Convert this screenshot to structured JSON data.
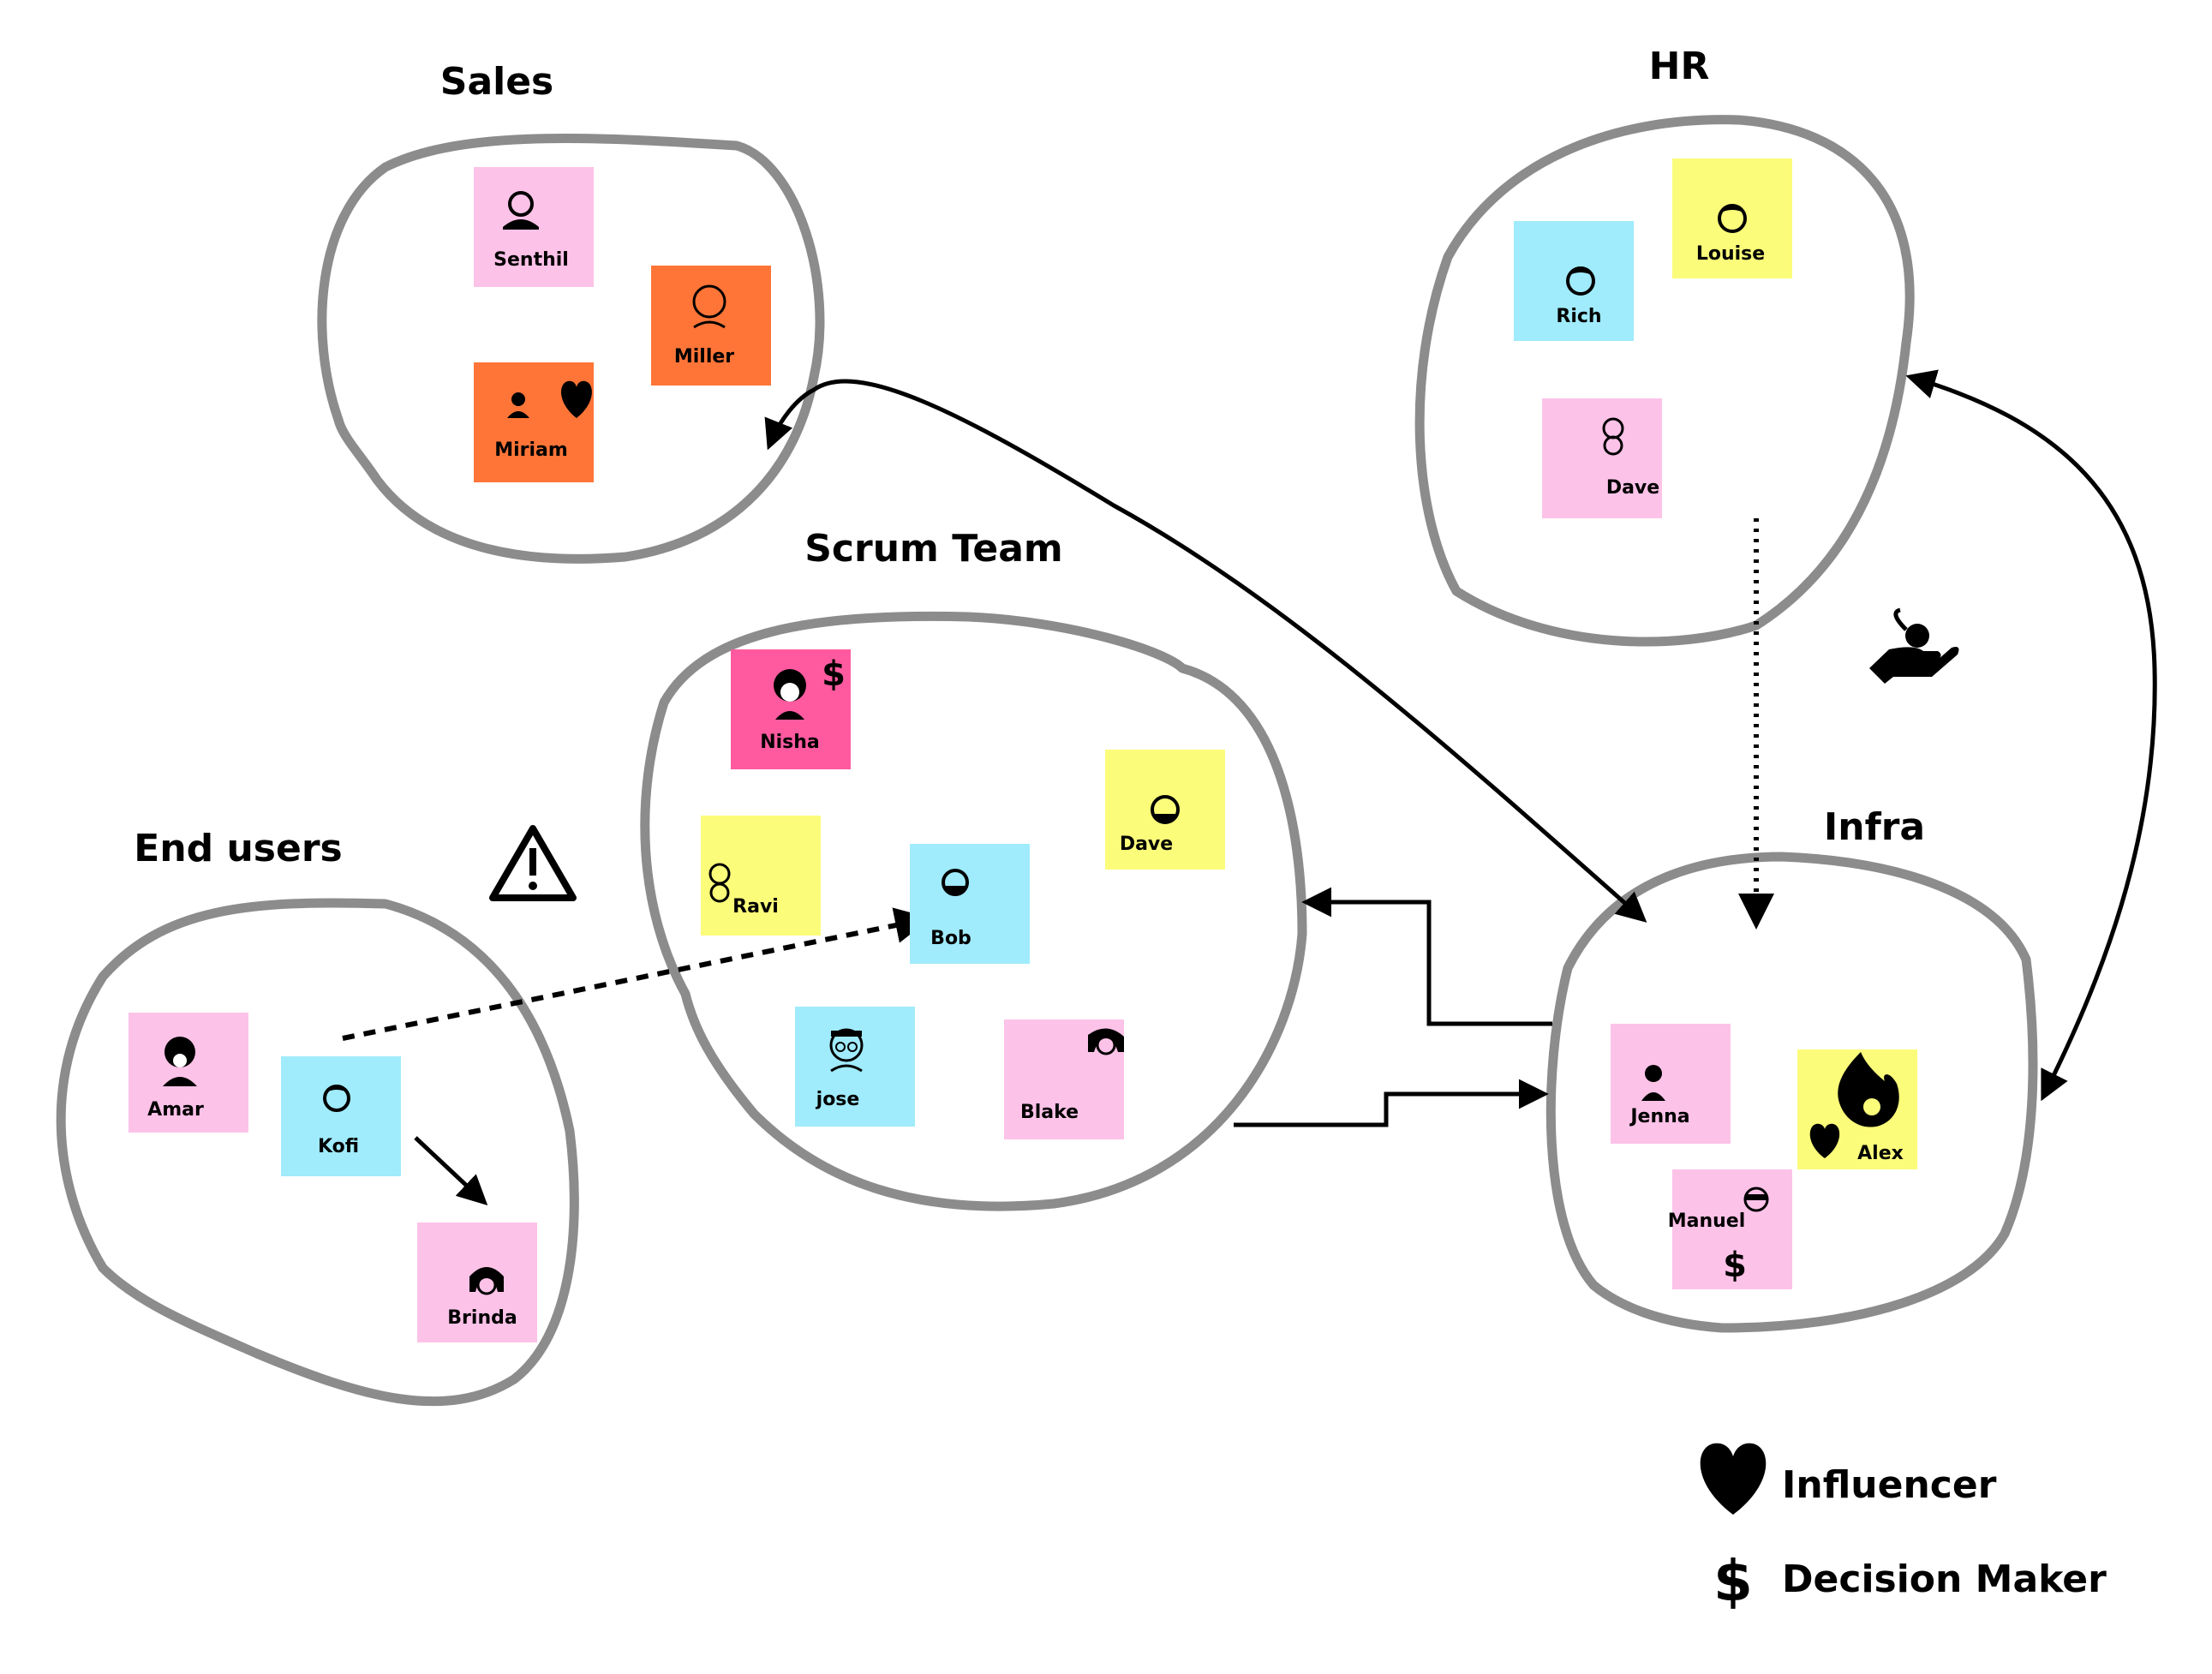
{
  "colors": {
    "pink": "#fdc2e8",
    "orange": "#ff7538",
    "yellow": "#fbfc7a",
    "cyan": "#a0ebfc",
    "magenta": "#ff5aa0",
    "blob_stroke": "#8c8c8c"
  },
  "groups": {
    "sales": "Sales",
    "hr": "HR",
    "scrum": "Scrum Team",
    "end_users": "End users",
    "infra": "Infra"
  },
  "notes": {
    "senthil": {
      "name": "Senthil",
      "color": "pink",
      "icon": "person-bust-icon"
    },
    "miller": {
      "name": "Miller",
      "color": "orange",
      "icon": "baby-face-icon"
    },
    "miriam": {
      "name": "Miriam",
      "color": "orange",
      "icon": "person-icon",
      "badge": "influencer"
    },
    "rich": {
      "name": "Rich",
      "color": "cyan",
      "icon": "man-face-icon"
    },
    "louise": {
      "name": "Louise",
      "color": "yellow",
      "icon": "man-face-icon"
    },
    "hr_dave": {
      "name": "Dave",
      "color": "pink",
      "icon": "baby-face-icon"
    },
    "nisha": {
      "name": "Nisha",
      "color": "magenta",
      "icon": "woman-curly-hair-icon",
      "badge": "decision-maker"
    },
    "scrum_dave": {
      "name": "Dave",
      "color": "yellow",
      "icon": "bald-beard-face-icon"
    },
    "ravi": {
      "name": "Ravi",
      "color": "yellow",
      "icon": "baby-face-icon"
    },
    "bob": {
      "name": "Bob",
      "color": "cyan",
      "icon": "bald-beard-face-icon"
    },
    "jose": {
      "name": "jose",
      "color": "cyan",
      "icon": "glasses-face-icon"
    },
    "blake": {
      "name": "Blake",
      "color": "pink",
      "icon": "woman-face-icon"
    },
    "amar": {
      "name": "Amar",
      "color": "pink",
      "icon": "turban-person-icon"
    },
    "kofi": {
      "name": "Kofi",
      "color": "cyan",
      "icon": "man-face-icon"
    },
    "brinda": {
      "name": "Brinda",
      "color": "pink",
      "icon": "woman-face-icon"
    },
    "jenna": {
      "name": "Jenna",
      "color": "pink",
      "icon": "person-icon"
    },
    "alex": {
      "name": "Alex",
      "color": "yellow",
      "icon": "fire-devil-icon",
      "badge": "influencer"
    },
    "manuel": {
      "name": "Manuel",
      "color": "pink",
      "icon": "sunglasses-face-icon",
      "badge": "decision-maker"
    }
  },
  "legend": {
    "influencer": "Influencer",
    "decision_maker": "Decision Maker",
    "influencer_icon": "heart-icon",
    "decision_maker_icon": "dollar-icon"
  },
  "connections": [
    {
      "from": "infra",
      "to": "sales",
      "style": "solid",
      "heads": "both"
    },
    {
      "from": "hr",
      "to": "infra",
      "style": "solid",
      "heads": "both"
    },
    {
      "from": "hr",
      "to": "infra",
      "style": "dotted",
      "heads": "end"
    },
    {
      "from": "infra",
      "to": "scrum",
      "style": "solid-elbow",
      "heads": "end"
    },
    {
      "from": "scrum",
      "to": "infra",
      "style": "solid-elbow",
      "heads": "end"
    },
    {
      "from": "kofi",
      "to": "bob",
      "style": "dashed",
      "heads": "end"
    },
    {
      "from": "kofi",
      "to": "brinda",
      "style": "solid",
      "heads": "end"
    }
  ],
  "annotations": {
    "warning_icon": "warning-triangle-icon",
    "care_icon": "hand-plant-icon"
  }
}
